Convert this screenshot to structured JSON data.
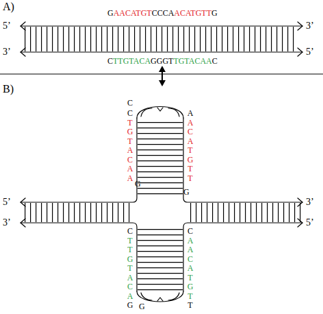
{
  "diagram": {
    "labels": [
      "A)",
      "5’",
      "3’",
      "3’",
      "5’",
      "G",
      "AACATGT",
      "CCCA",
      "ACATGTT",
      "G",
      "C",
      "TTGTACA",
      "GGGT",
      "TGTACAA",
      "C",
      "B)",
      "C",
      "C",
      "TGTACAA",
      "G",
      "A",
      "ACATGTT",
      "G",
      "5’",
      "3’",
      "3’",
      "5’",
      "C",
      "TTGTACA",
      "G",
      "G",
      "C",
      "AACATGT",
      "T"
    ]
  }
}
